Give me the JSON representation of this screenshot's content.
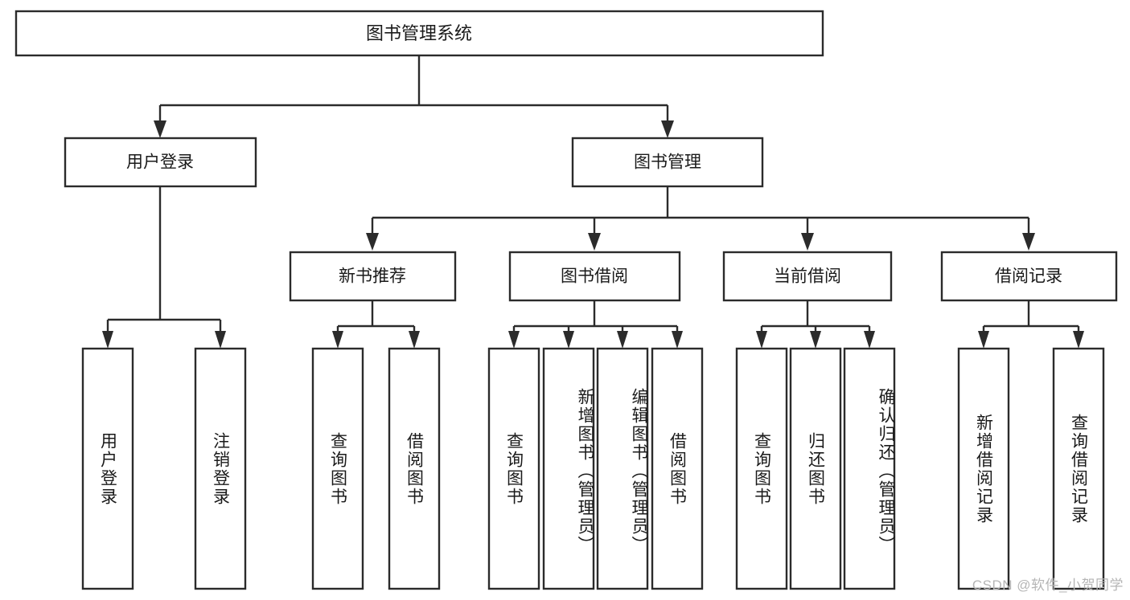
{
  "diagram": {
    "type": "tree",
    "title": "图书管理系统",
    "watermark": "CSDN @软件_小贺同学",
    "colors": {
      "box_stroke": "#2b2b2b",
      "box_fill": "#ffffff",
      "text": "#1a1a1a",
      "background": "#ffffff",
      "watermark": "#b5b5b5"
    },
    "nodes": {
      "root": {
        "label": "图书管理系统",
        "level": 1
      },
      "user_login": {
        "label": "用户登录",
        "level": 2
      },
      "book_manage": {
        "label": "图书管理",
        "level": 2
      },
      "new_book_rec": {
        "label": "新书推荐",
        "level": 3
      },
      "book_borrow": {
        "label": "图书借阅",
        "level": 3
      },
      "current_borrow": {
        "label": "当前借阅",
        "level": 3
      },
      "borrow_record": {
        "label": "借阅记录",
        "level": 3
      },
      "leaf_user_login": {
        "label": "用户登录",
        "level": 4
      },
      "leaf_logout": {
        "label": "注销登录",
        "level": 4
      },
      "leaf_query_book_1": {
        "label": "查询图书",
        "level": 4
      },
      "leaf_borrow_book_1": {
        "label": "借阅图书",
        "level": 4
      },
      "leaf_query_book_2": {
        "label": "查询图书",
        "level": 4
      },
      "leaf_add_book": {
        "label": "新增图书（管理员）",
        "level": 4
      },
      "leaf_edit_book": {
        "label": "编辑图书（管理员）",
        "level": 4
      },
      "leaf_borrow_book_2": {
        "label": "借阅图书",
        "level": 4
      },
      "leaf_query_book_3": {
        "label": "查询图书",
        "level": 4
      },
      "leaf_return_book": {
        "label": "归还图书",
        "level": 4
      },
      "leaf_confirm_return": {
        "label": "确认归还（管理员）",
        "level": 4
      },
      "leaf_add_record": {
        "label": "新增借阅记录",
        "level": 4
      },
      "leaf_query_record": {
        "label": "查询借阅记录",
        "level": 4
      }
    },
    "edges": [
      {
        "from": "root",
        "to": "user_login"
      },
      {
        "from": "root",
        "to": "book_manage"
      },
      {
        "from": "book_manage",
        "to": "new_book_rec"
      },
      {
        "from": "book_manage",
        "to": "book_borrow"
      },
      {
        "from": "book_manage",
        "to": "current_borrow"
      },
      {
        "from": "book_manage",
        "to": "borrow_record"
      },
      {
        "from": "user_login",
        "to": "leaf_user_login"
      },
      {
        "from": "user_login",
        "to": "leaf_logout"
      },
      {
        "from": "new_book_rec",
        "to": "leaf_query_book_1"
      },
      {
        "from": "new_book_rec",
        "to": "leaf_borrow_book_1"
      },
      {
        "from": "book_borrow",
        "to": "leaf_query_book_2"
      },
      {
        "from": "book_borrow",
        "to": "leaf_add_book"
      },
      {
        "from": "book_borrow",
        "to": "leaf_edit_book"
      },
      {
        "from": "book_borrow",
        "to": "leaf_borrow_book_2"
      },
      {
        "from": "current_borrow",
        "to": "leaf_query_book_3"
      },
      {
        "from": "current_borrow",
        "to": "leaf_return_book"
      },
      {
        "from": "current_borrow",
        "to": "leaf_confirm_return"
      },
      {
        "from": "borrow_record",
        "to": "leaf_add_record"
      },
      {
        "from": "borrow_record",
        "to": "leaf_query_record"
      }
    ]
  }
}
